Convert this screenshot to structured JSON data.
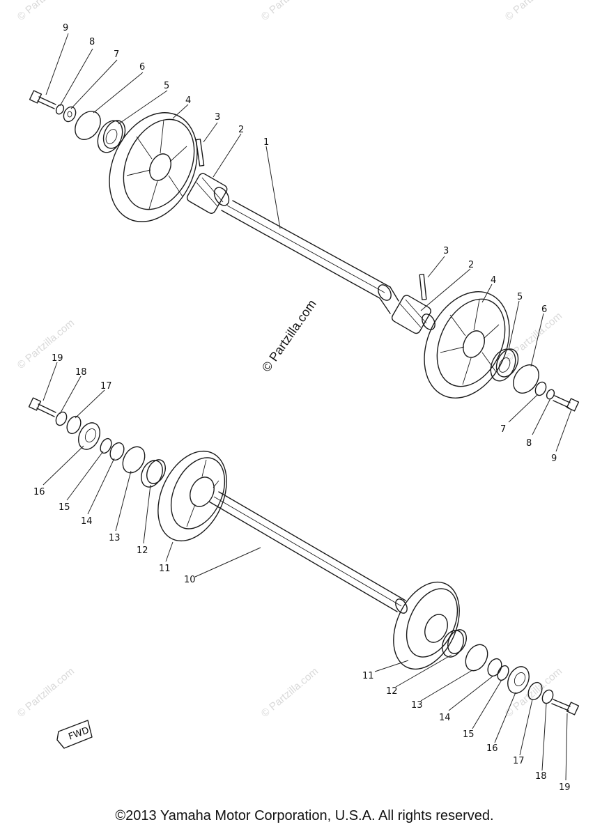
{
  "watermark": {
    "text": "© Partzilla.com",
    "center_text": "© Partzilla.com"
  },
  "copyright": "©2013  Yamaha Motor Corporation, U.S.A. All rights reserved.",
  "fwd_label": "FWD",
  "upper_assembly_labels": {
    "left": [
      "9",
      "8",
      "7",
      "6",
      "5",
      "4",
      "3",
      "2",
      "1"
    ],
    "right": [
      "3",
      "2",
      "4",
      "5",
      "6",
      "7",
      "8",
      "9"
    ]
  },
  "lower_assembly_labels": {
    "left": [
      "19",
      "18",
      "17",
      "16",
      "15",
      "14",
      "13",
      "12",
      "11",
      "10"
    ],
    "right": [
      "11",
      "12",
      "13",
      "14",
      "15",
      "16",
      "17",
      "18",
      "19"
    ]
  }
}
